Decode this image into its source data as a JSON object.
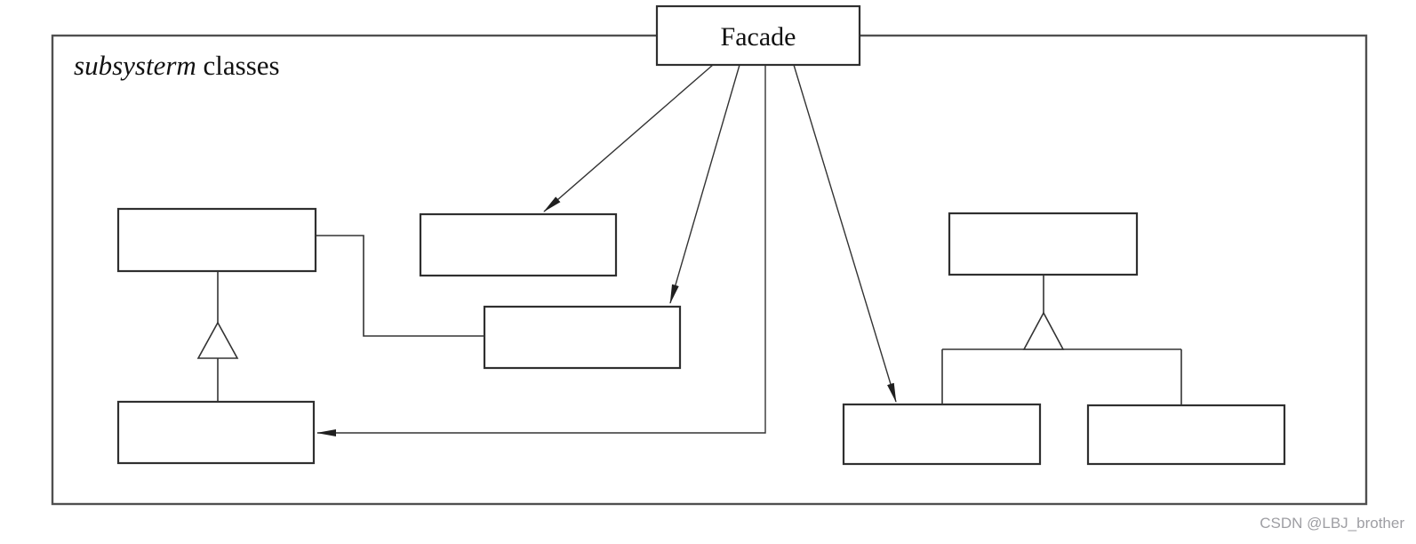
{
  "diagram": {
    "facade_label": "Facade",
    "boundary_label": {
      "italic": "subsysterm",
      "regular": " classes"
    },
    "nodes": [
      {
        "id": "facade",
        "label": "Facade"
      },
      {
        "id": "subsystem-boundary",
        "label": "subsysterm classes"
      },
      {
        "id": "left-parent-class",
        "label": ""
      },
      {
        "id": "left-child-class",
        "label": ""
      },
      {
        "id": "middle-class-a",
        "label": ""
      },
      {
        "id": "middle-class-b",
        "label": ""
      },
      {
        "id": "right-parent-class",
        "label": ""
      },
      {
        "id": "right-child-class-1",
        "label": ""
      },
      {
        "id": "right-child-class-2",
        "label": ""
      }
    ],
    "edges": [
      {
        "from": "facade",
        "to": "middle-class-a",
        "type": "dependency-arrow"
      },
      {
        "from": "facade",
        "to": "middle-class-b",
        "type": "dependency-arrow"
      },
      {
        "from": "facade",
        "to": "left-child-class",
        "type": "dependency-arrow-elbow"
      },
      {
        "from": "facade",
        "to": "right-child-class-1",
        "type": "dependency-arrow"
      },
      {
        "from": "left-child-class",
        "to": "left-parent-class",
        "type": "inheritance"
      },
      {
        "from": "right-child-class-1",
        "to": "right-parent-class",
        "type": "inheritance"
      },
      {
        "from": "right-child-class-2",
        "to": "right-parent-class",
        "type": "inheritance"
      },
      {
        "from": "left-parent-class",
        "to": "middle-class-b",
        "type": "association-elbow"
      }
    ]
  },
  "watermark": {
    "text": "CSDN @LBJ_brother"
  },
  "colors": {
    "box_border": "#2f2f2f",
    "boundary_border": "#4f4f4f",
    "connector_line": "#333333",
    "arrow_fill": "#1f1f1f",
    "text": "#111111",
    "watermark": "#9e9ea3",
    "background": "#ffffff"
  }
}
